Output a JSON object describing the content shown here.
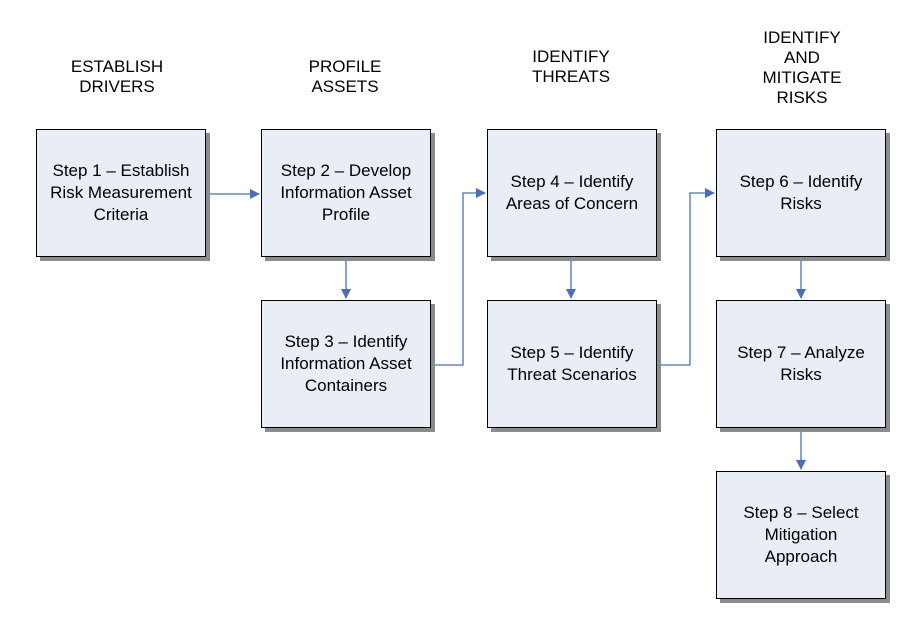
{
  "phases": [
    "ESTABLISH\nDRIVERS",
    "PROFILE\nASSETS",
    "IDENTIFY\nTHREATS",
    "IDENTIFY\nAND\nMITIGATE\nRISKS"
  ],
  "steps": [
    "Step 1 – Establish\nRisk Measurement\nCriteria",
    "Step 2 – Develop\nInformation Asset\nProfile",
    "Step 3 – Identify\nInformation Asset\nContainers",
    "Step 4 – Identify\nAreas of Concern",
    "Step 5 – Identify\nThreat Scenarios",
    "Step 6 – Identify\nRisks",
    "Step 7 – Analyze\nRisks",
    "Step 8 – Select\nMitigation\nApproach"
  ],
  "colors": {
    "box_fill": "#e9edf6",
    "arrow": "#4a6fb5",
    "shadow": "#8c8c8c"
  }
}
